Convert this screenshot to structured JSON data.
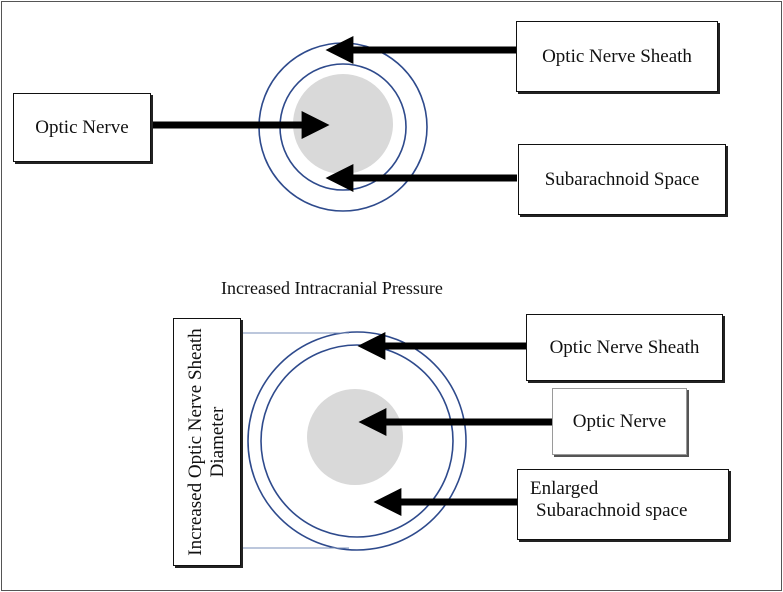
{
  "top": {
    "optic_nerve_label": "Optic Nerve",
    "sheath_label": "Optic Nerve Sheath",
    "subarachnoid_label": "Subarachnoid Space"
  },
  "heading": "Increased Intracranial Pressure",
  "bottom": {
    "diameter_label": "Increased Optic Nerve Sheath Diameter",
    "sheath_label": "Optic Nerve Sheath",
    "optic_nerve_label": "Optic Nerve",
    "enlarged_line1": "Enlarged",
    "enlarged_line2": "Subarachnoid space"
  },
  "colors": {
    "circle_stroke": "#2e4a8c",
    "nerve_fill": "#d9d9d9",
    "arrow": "#000000"
  }
}
